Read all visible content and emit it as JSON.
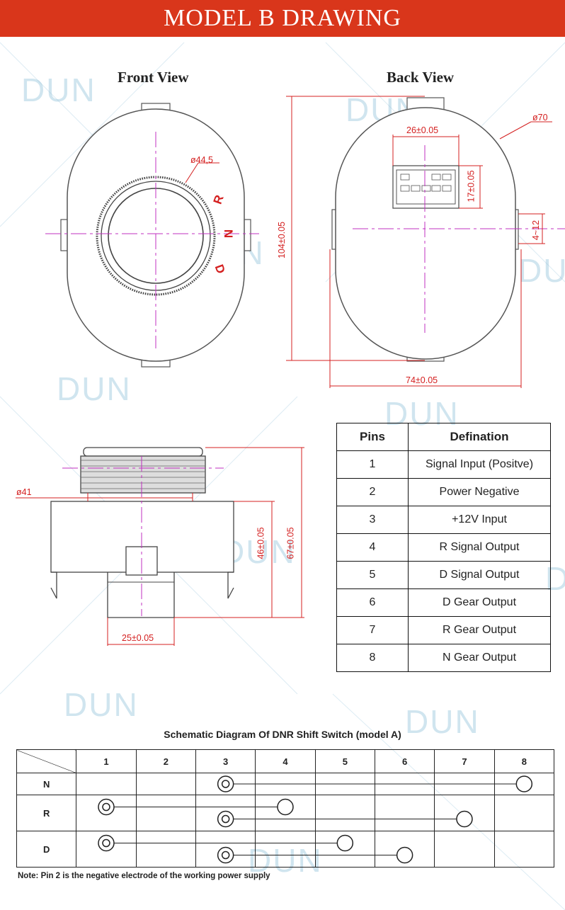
{
  "header": {
    "title": "MODEL B DRAWING"
  },
  "views": {
    "front": "Front View",
    "back": "Back View"
  },
  "dimensions": {
    "front_dia": "ø44,5",
    "back_dia": "ø70",
    "conn_w": "26±0.05",
    "conn_h": "17±0.05",
    "height": "104±0.05",
    "tab": "4~12",
    "width": "74±0.05",
    "side_dia": "ø41",
    "side_h1": "46±0.05",
    "side_h2": "67±0.05",
    "side_w": "25±0.05"
  },
  "gears": [
    "R",
    "N",
    "D"
  ],
  "pins_table": {
    "headers": [
      "Pins",
      "Defination"
    ],
    "rows": [
      [
        "1",
        "Signal Input (Positve)"
      ],
      [
        "2",
        "Power Negative"
      ],
      [
        "3",
        "+12V Input"
      ],
      [
        "4",
        "R Signal Output"
      ],
      [
        "5",
        "D Signal Output"
      ],
      [
        "6",
        "D Gear Output"
      ],
      [
        "7",
        "R Gear Output"
      ],
      [
        "8",
        "N Gear Output"
      ]
    ]
  },
  "schematic": {
    "title": "Schematic Diagram Of DNR Shift Switch (model A)",
    "columns": [
      "1",
      "2",
      "3",
      "4",
      "5",
      "6",
      "7",
      "8"
    ],
    "rows": [
      "N",
      "R",
      "D"
    ],
    "connections": [
      {
        "row": "N",
        "from": 3,
        "to": 8
      },
      {
        "row": "R",
        "from": 1,
        "to": 4
      },
      {
        "row": "R",
        "from": 3,
        "to": 7
      },
      {
        "row": "D",
        "from": 1,
        "to": 5
      },
      {
        "row": "D",
        "from": 3,
        "to": 6
      }
    ],
    "note": "Note: Pin 2 is the negative electrode of the working power supply"
  },
  "watermark": "DUN",
  "colors": {
    "banner": "#d9361b",
    "dimension": "#d42020",
    "centerline": "#c030c0",
    "watermark": "#78b4d2"
  }
}
